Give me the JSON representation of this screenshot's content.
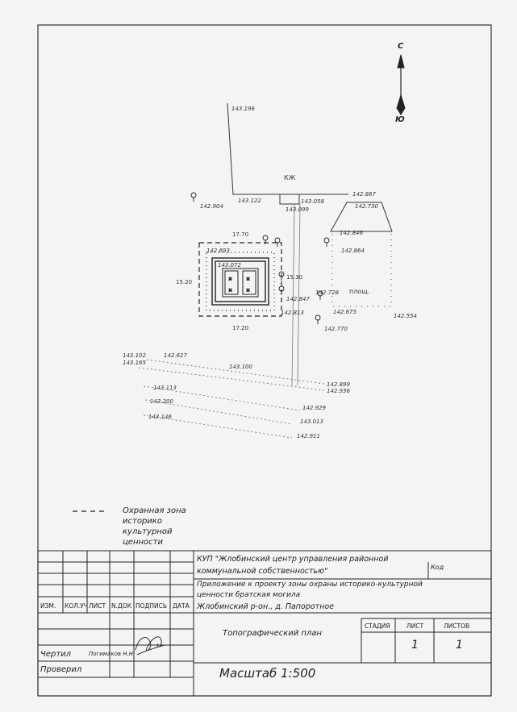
{
  "north_arrow": {
    "top_letter": "С",
    "bottom_letter": "Ю"
  },
  "elevations": {
    "e1": "143.196",
    "e2": "143.122",
    "e3": "143.058",
    "e4": "143.099",
    "e5": "142.904",
    "e6": "142.867",
    "e7": "142.730",
    "e8": "142.846",
    "e9": "142.864",
    "e10": "142.693",
    "e11": "143.072",
    "e12": "142.728",
    "e13": "142.847",
    "e14": "142.813",
    "e15": "142.675",
    "e16": "142.770",
    "e17": "142.554",
    "e18": "143.102",
    "e19": "143.165",
    "e20": "142.627",
    "e21": "143.100",
    "e22": "142.899",
    "e23": "142.936",
    "e24": "143.113",
    "e25": "142.929",
    "e26": "143.200",
    "e27": "143.013",
    "e28": "143.146",
    "e29": "142.911"
  },
  "dimensions": {
    "top": "17.70",
    "left": "15.20",
    "right": "15.30",
    "bottom": "17.20"
  },
  "labels": {
    "kyuk": "КЖ",
    "ploshch": "площ."
  },
  "legend": {
    "line1": "Охранная зона",
    "line2": "историко",
    "line3": "культурной",
    "line4": "ценности"
  },
  "title_block": {
    "org_line1": "КУП \"Жлобинский центр управления районной",
    "org_line2": "коммунальной собственностью\"",
    "code_label": "Код",
    "desc_line1": "Приложение к проекту зоны охраны историко-культурной",
    "desc_line2": "ценности братская могила",
    "location": "Жлобинский р-он., д. Папоротное",
    "headers": [
      "ИЗМ.",
      "КОЛ.УЧ",
      "ЛИСТ",
      "N.ДОК",
      "ПОДПИСЬ",
      "ДАТА"
    ],
    "drawn_label": "Чертил",
    "drawn_name": "Погимаков Н.Н",
    "checked_label": "Проверил",
    "sheet_title": "Топографический план",
    "stage_label": "СТАДИЯ",
    "sheet_label": "ЛИСТ",
    "sheets_label": "ЛИСТОВ",
    "sheet_value": "1",
    "sheets_value": "1",
    "scale": "Масштаб 1:500"
  }
}
